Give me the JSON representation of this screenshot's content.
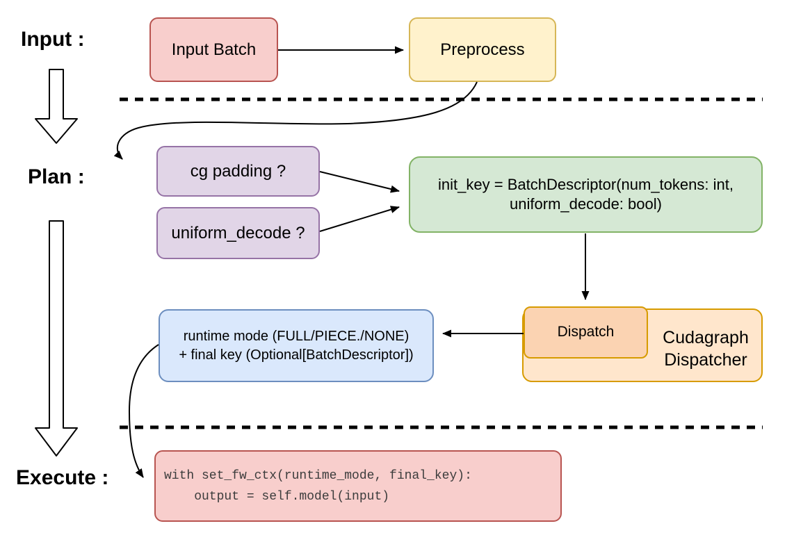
{
  "palette": {
    "pink_fill": "#f8cecc",
    "pink_border": "#b85450",
    "yellow_fill": "#fff2cc",
    "yellow_border": "#d6b656",
    "purple_fill": "#e1d5e7",
    "purple_border": "#9673a6",
    "green_fill": "#d5e8d4",
    "green_border": "#82b366",
    "blue_fill": "#dae8fc",
    "blue_border": "#6c8ebf",
    "orange_light_fill": "#ffe6cc",
    "orange_dark_fill": "#fbd3b2",
    "orange_border": "#d79b00",
    "line_color": "#000000"
  },
  "stage_labels": {
    "input": "Input :",
    "plan": "Plan :",
    "execute": "Execute :"
  },
  "nodes": {
    "input_batch": {
      "label": "Input Batch"
    },
    "preprocess": {
      "label": "Preprocess"
    },
    "cg_padding": {
      "label": "cg padding ?"
    },
    "uniform_decode": {
      "label": "uniform_decode ?"
    },
    "init_key": {
      "lines": [
        "init_key = BatchDescriptor(num_tokens: int,",
        "uniform_decode: bool)"
      ]
    },
    "dispatch": {
      "label": "Dispatch"
    },
    "cudagraph_dispatcher": {
      "lines": [
        "Cudagraph",
        "Dispatcher"
      ]
    },
    "runtime_mode": {
      "lines": [
        "runtime mode (FULL/PIECE./NONE)",
        "+ final key (Optional[BatchDescriptor])"
      ]
    },
    "execute_code": {
      "lines": [
        "with set_fw_ctx(runtime_mode, final_key):",
        "    output = self.model(input)"
      ]
    }
  }
}
